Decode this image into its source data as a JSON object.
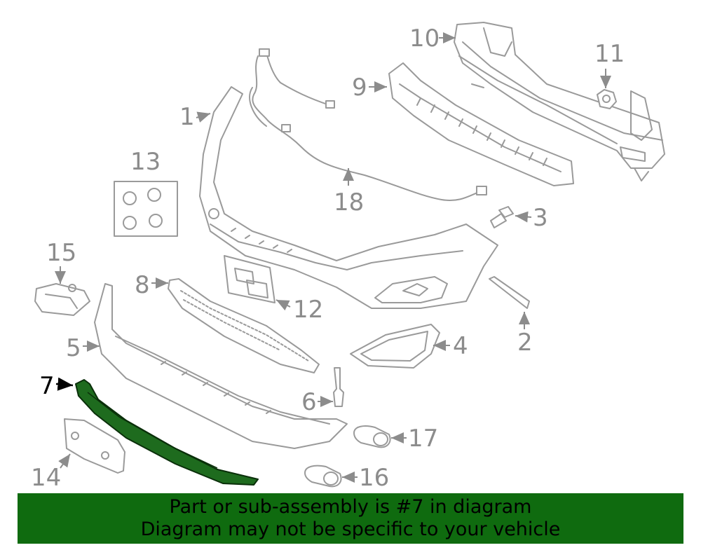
{
  "diagram": {
    "callouts": {
      "c1": "1",
      "c2": "2",
      "c3": "3",
      "c4": "4",
      "c5": "5",
      "c6": "6",
      "c7": "7",
      "c8": "8",
      "c9": "9",
      "c10": "10",
      "c11": "11",
      "c12": "12",
      "c13": "13",
      "c14": "14",
      "c15": "15",
      "c16": "16",
      "c17": "17",
      "c18": "18"
    },
    "highlighted_part": "7",
    "highlight_color": "#1e6b1e",
    "part_stroke_color": "#9a9a9a"
  },
  "banner": {
    "line1": "Part or sub-assembly is #7 in diagram",
    "line2": "Diagram may not be specific to your vehicle",
    "background": "#0f6b0f"
  }
}
